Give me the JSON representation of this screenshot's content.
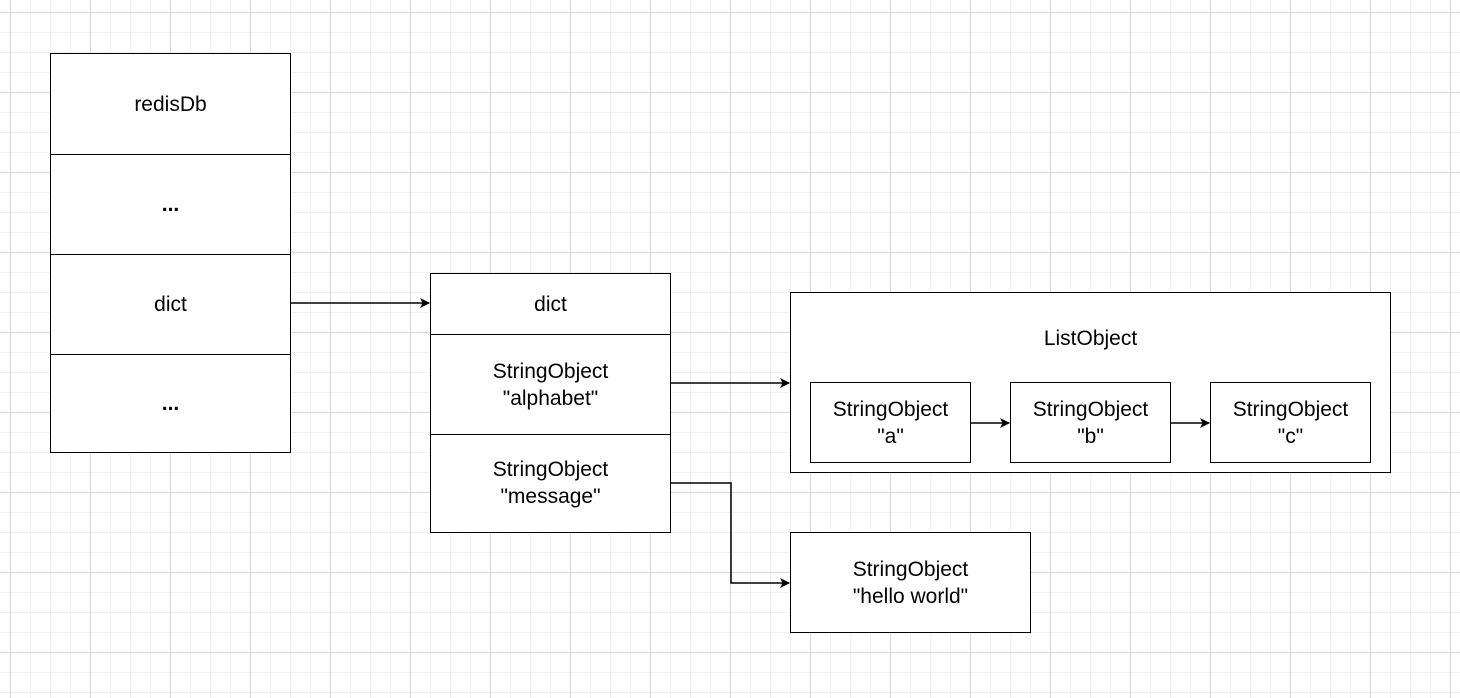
{
  "redisdb": {
    "rows": [
      "redisDb",
      "...",
      "dict",
      "..."
    ]
  },
  "dict": {
    "rows": [
      {
        "l1": "dict",
        "l2": ""
      },
      {
        "l1": "StringObject",
        "l2": "\"alphabet\""
      },
      {
        "l1": "StringObject",
        "l2": "\"message\""
      }
    ]
  },
  "list_object": {
    "title": "ListObject",
    "items": [
      {
        "l1": "StringObject",
        "l2": "\"a\""
      },
      {
        "l1": "StringObject",
        "l2": "\"b\""
      },
      {
        "l1": "StringObject",
        "l2": "\"c\""
      }
    ]
  },
  "hello_object": {
    "l1": "StringObject",
    "l2": "\"hello world\""
  },
  "colors": {
    "stroke": "#000000",
    "background": "#ffffff"
  }
}
